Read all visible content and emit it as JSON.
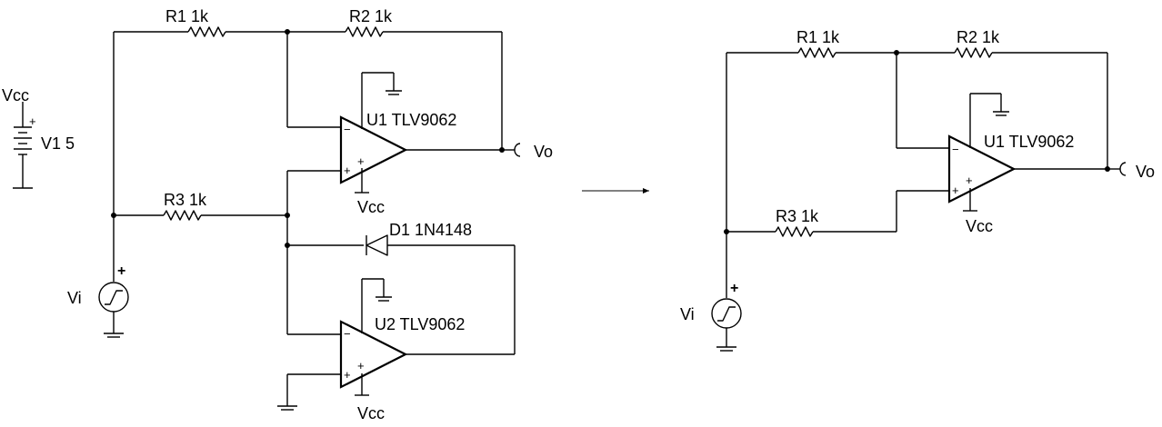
{
  "left_circuit": {
    "r1": "R1 1k",
    "r2": "R2 1k",
    "r3": "R3 1k",
    "u1": "U1 TLV9062",
    "u2": "U2 TLV9062",
    "d1": "D1 1N4148",
    "v1_supply": "Vcc",
    "v1_label": "V1 5",
    "u1_vcc": "Vcc",
    "u2_vcc": "Vcc",
    "vo": "Vo",
    "vi": "Vi"
  },
  "right_circuit": {
    "r1": "R1 1k",
    "r2": "R2 1k",
    "r3": "R3 1k",
    "u1": "U1 TLV9062",
    "u1_vcc": "Vcc",
    "vo": "Vo",
    "vi": "Vi"
  },
  "polarity": {
    "minus": "−",
    "plus": "+"
  }
}
